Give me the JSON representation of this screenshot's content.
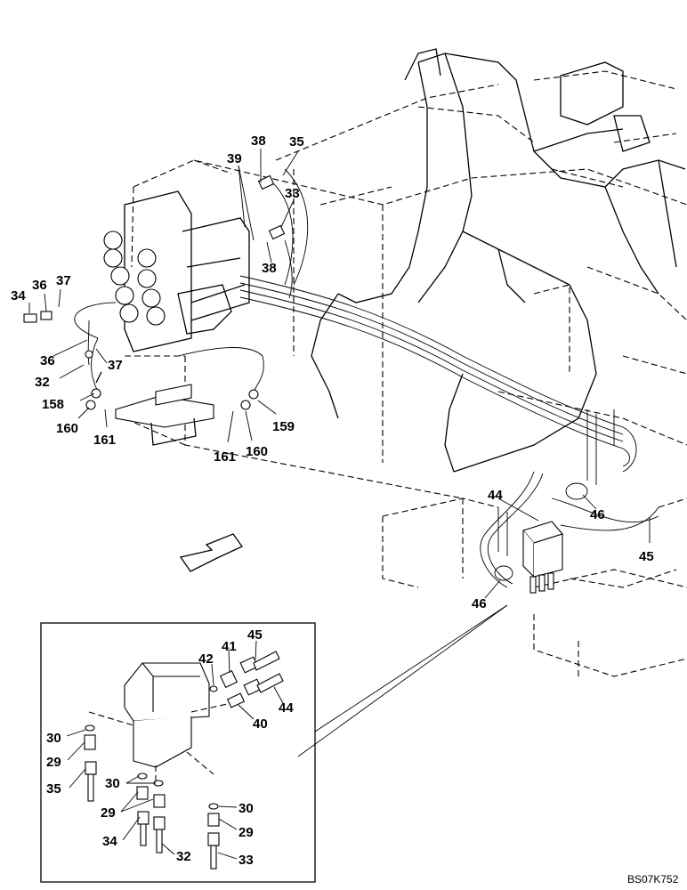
{
  "drawing_code": "BS07K752",
  "callouts": [
    {
      "id": "c35a",
      "text": "35"
    },
    {
      "id": "c38a",
      "text": "38"
    },
    {
      "id": "c39",
      "text": "39"
    },
    {
      "id": "c33a",
      "text": "33"
    },
    {
      "id": "c38b",
      "text": "38"
    },
    {
      "id": "c34a",
      "text": "34"
    },
    {
      "id": "c36a",
      "text": "36"
    },
    {
      "id": "c37a",
      "text": "37"
    },
    {
      "id": "c36b",
      "text": "36"
    },
    {
      "id": "c37b",
      "text": "37"
    },
    {
      "id": "c32a",
      "text": "32"
    },
    {
      "id": "c158",
      "text": "158"
    },
    {
      "id": "c160a",
      "text": "160"
    },
    {
      "id": "c161a",
      "text": "161"
    },
    {
      "id": "c159",
      "text": "159"
    },
    {
      "id": "c161b",
      "text": "161"
    },
    {
      "id": "c160b",
      "text": "160"
    },
    {
      "id": "c44a",
      "text": "44"
    },
    {
      "id": "c46a",
      "text": "46"
    },
    {
      "id": "c45a",
      "text": "45"
    },
    {
      "id": "c46b",
      "text": "46"
    },
    {
      "id": "c45b",
      "text": "45"
    },
    {
      "id": "c41",
      "text": "41"
    },
    {
      "id": "c42",
      "text": "42"
    },
    {
      "id": "c44b",
      "text": "44"
    },
    {
      "id": "c40",
      "text": "40"
    },
    {
      "id": "c30a",
      "text": "30"
    },
    {
      "id": "c29a",
      "text": "29"
    },
    {
      "id": "c35b",
      "text": "35"
    },
    {
      "id": "c30b",
      "text": "30"
    },
    {
      "id": "c29b",
      "text": "29"
    },
    {
      "id": "c30c",
      "text": "30"
    },
    {
      "id": "c29c",
      "text": "29"
    },
    {
      "id": "c34b",
      "text": "34"
    },
    {
      "id": "c32b",
      "text": "32"
    },
    {
      "id": "c33b",
      "text": "33"
    }
  ]
}
